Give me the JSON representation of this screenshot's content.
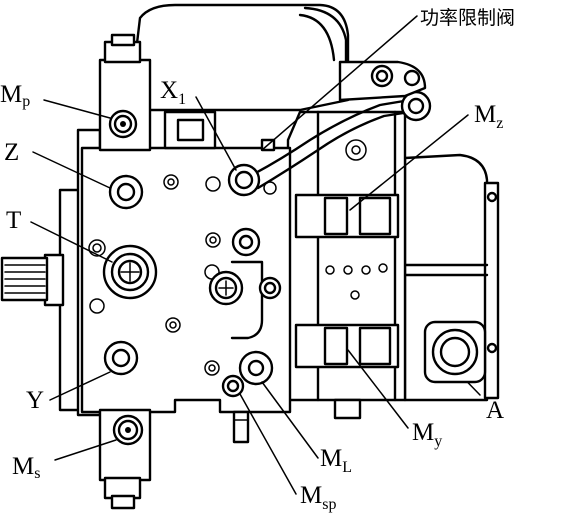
{
  "labels": {
    "power_limit_valve": "功率限制阀",
    "x1": {
      "main": "X",
      "sub": "1"
    },
    "mp": {
      "main": "M",
      "sub": "p"
    },
    "mz": {
      "main": "M",
      "sub": "z"
    },
    "z": "Z",
    "t": "T",
    "y": "Y",
    "a": "A",
    "ms": {
      "main": "M",
      "sub": "s"
    },
    "my": {
      "main": "M",
      "sub": "y"
    },
    "ml": {
      "main": "M",
      "sub": "L"
    },
    "msp": {
      "main": "M",
      "sub": "sp"
    }
  }
}
